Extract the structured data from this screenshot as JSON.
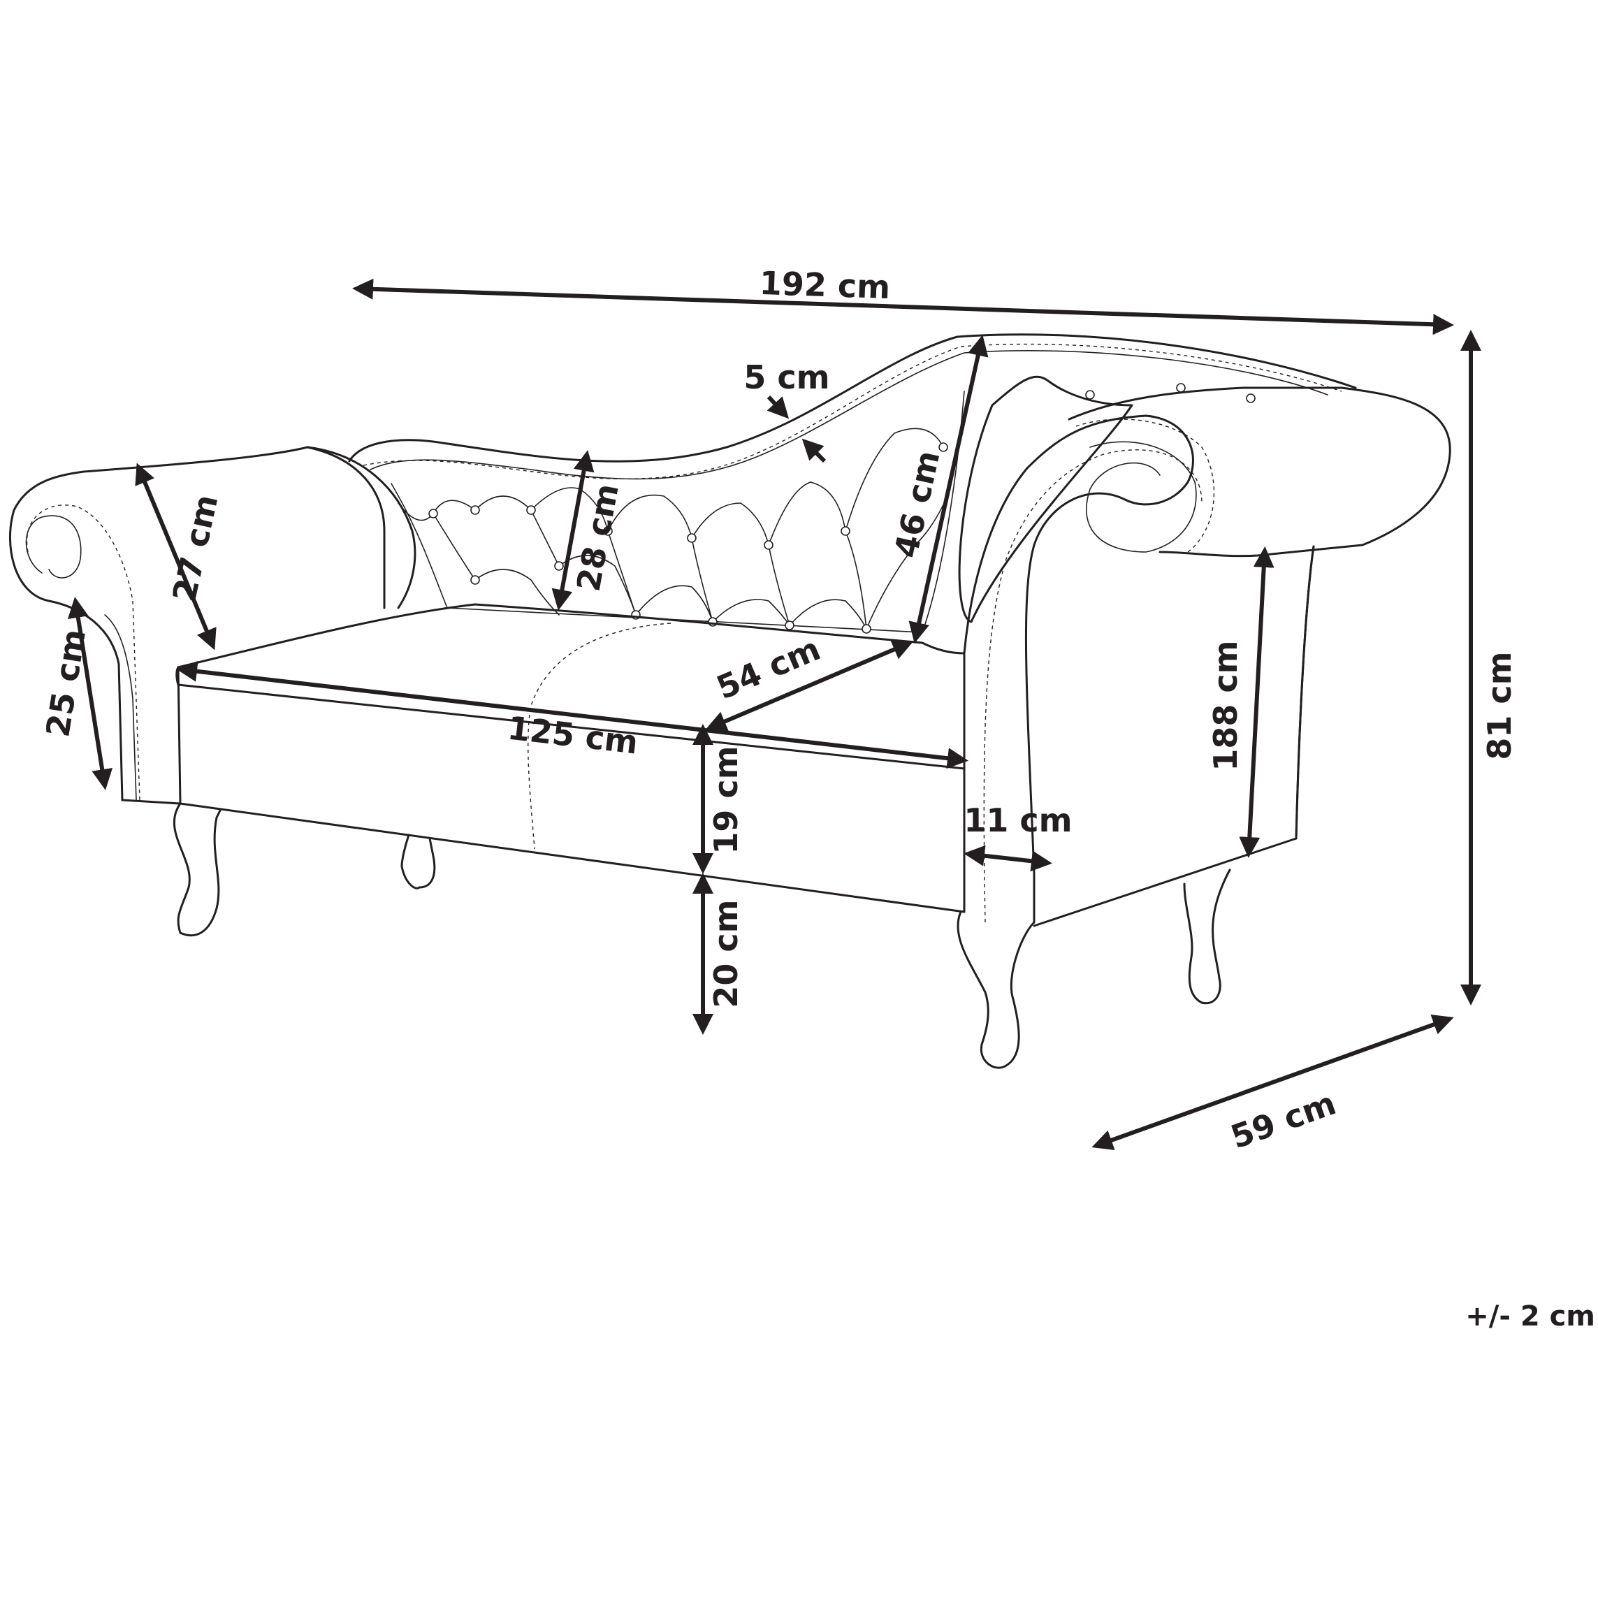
{
  "dimensions": {
    "total_length": "192 cm",
    "total_height": "81 cm",
    "total_depth": "59 cm",
    "frame_thickness": "5 cm",
    "backrest_height": "28 cm",
    "back_slope_height": "46 cm",
    "seat_depth": "54 cm",
    "seat_width": "125 cm",
    "seat_cushion_height": "19 cm",
    "leg_height": "20 cm",
    "armrest_width": "11 cm",
    "armrest_height": "188 cm",
    "left_arm_height": "25 cm",
    "left_arm_depth": "27 cm"
  },
  "tolerance": "+/- 2 cm",
  "icons": {
    "illustration": "chaise-longue-line-drawing",
    "arrow": "double-headed-dimension-arrow"
  },
  "colors": {
    "line": "#231f20",
    "background": "#ffffff"
  }
}
